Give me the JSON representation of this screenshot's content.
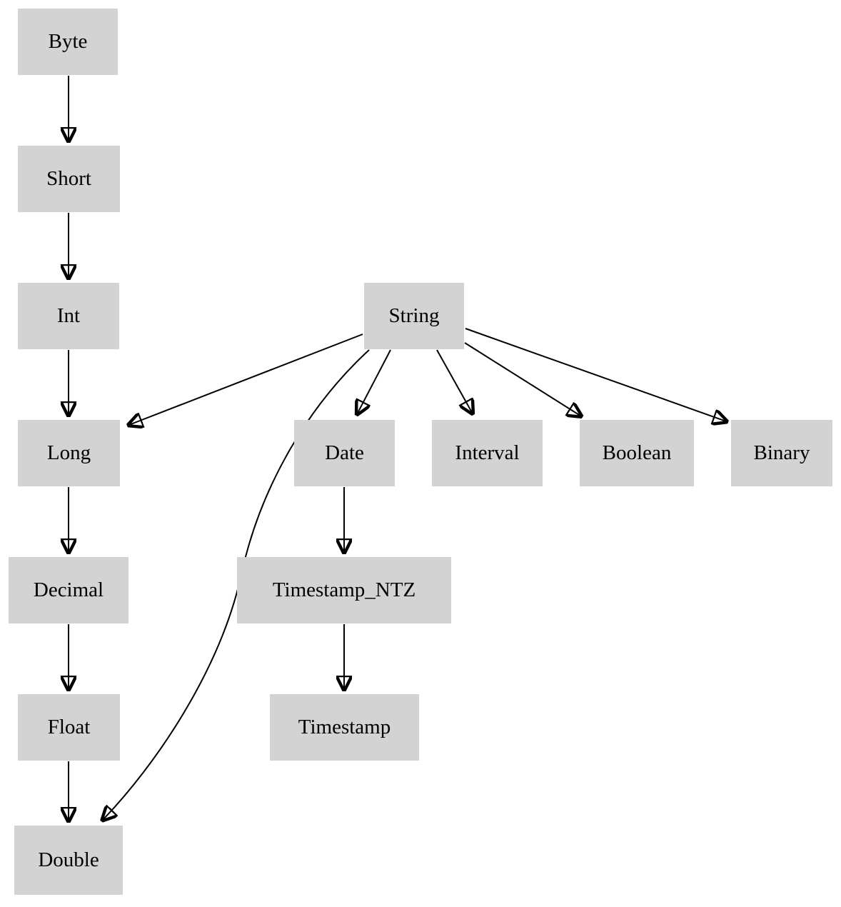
{
  "diagram": {
    "name": "type-promotion-hierarchy",
    "node_fill_color": "#d3d3d3",
    "edge_color": "#000000",
    "nodes": [
      {
        "id": "byte",
        "label": "Byte"
      },
      {
        "id": "short",
        "label": "Short"
      },
      {
        "id": "int",
        "label": "Int"
      },
      {
        "id": "string",
        "label": "String"
      },
      {
        "id": "long",
        "label": "Long"
      },
      {
        "id": "date",
        "label": "Date"
      },
      {
        "id": "interval",
        "label": "Interval"
      },
      {
        "id": "boolean",
        "label": "Boolean"
      },
      {
        "id": "binary",
        "label": "Binary"
      },
      {
        "id": "decimal",
        "label": "Decimal"
      },
      {
        "id": "timestamp_ntz",
        "label": "Timestamp_NTZ"
      },
      {
        "id": "float",
        "label": "Float"
      },
      {
        "id": "timestamp",
        "label": "Timestamp"
      },
      {
        "id": "double",
        "label": "Double"
      }
    ],
    "edges": [
      {
        "from": "Byte",
        "to": "Short"
      },
      {
        "from": "Short",
        "to": "Int"
      },
      {
        "from": "Int",
        "to": "Long"
      },
      {
        "from": "Long",
        "to": "Decimal"
      },
      {
        "from": "Decimal",
        "to": "Float"
      },
      {
        "from": "Float",
        "to": "Double"
      },
      {
        "from": "String",
        "to": "Long"
      },
      {
        "from": "String",
        "to": "Date"
      },
      {
        "from": "String",
        "to": "Interval"
      },
      {
        "from": "String",
        "to": "Boolean"
      },
      {
        "from": "String",
        "to": "Binary"
      },
      {
        "from": "String",
        "to": "Double"
      },
      {
        "from": "Date",
        "to": "Timestamp_NTZ"
      },
      {
        "from": "Timestamp_NTZ",
        "to": "Timestamp"
      }
    ]
  }
}
